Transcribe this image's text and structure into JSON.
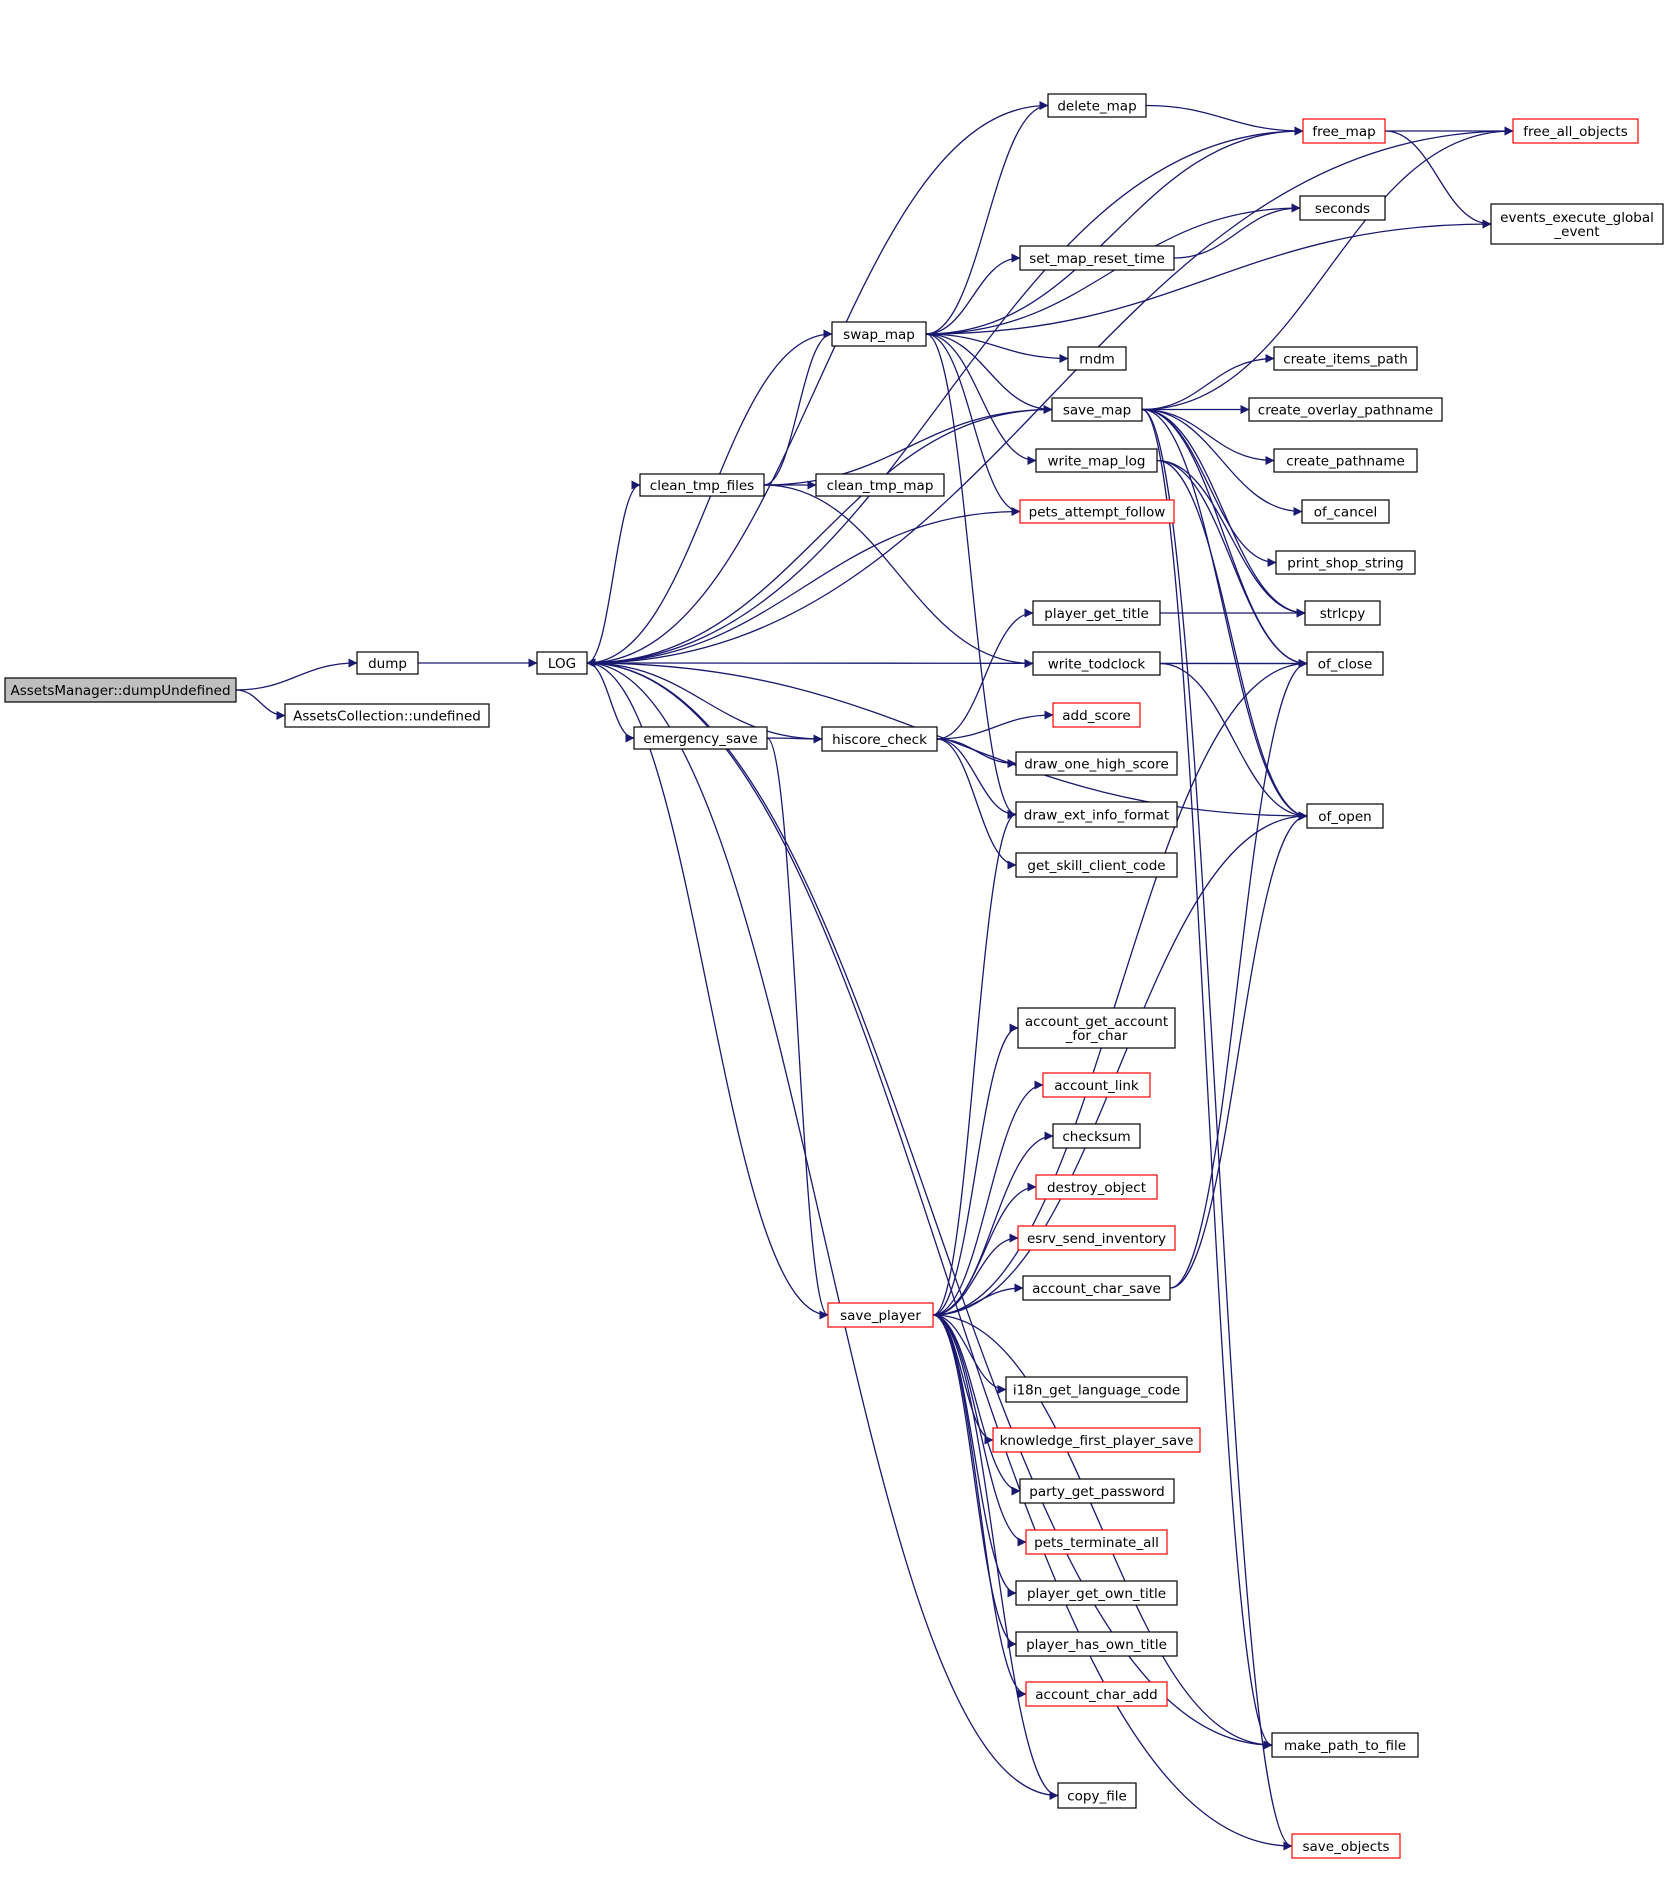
{
  "graph": {
    "nodes": [
      {
        "id": "root",
        "label": "AssetsManager::dumpUndefined",
        "style": "root"
      },
      {
        "id": "dump",
        "label": "dump",
        "style": "normal"
      },
      {
        "id": "undefined",
        "label": "AssetsCollection::undefined",
        "style": "normal"
      },
      {
        "id": "LOG",
        "label": "LOG",
        "style": "normal"
      },
      {
        "id": "clean_tmp_files",
        "label": "clean_tmp_files",
        "style": "normal"
      },
      {
        "id": "emergency_save",
        "label": "emergency_save",
        "style": "normal"
      },
      {
        "id": "swap_map",
        "label": "swap_map",
        "style": "normal"
      },
      {
        "id": "clean_tmp_map",
        "label": "clean_tmp_map",
        "style": "normal"
      },
      {
        "id": "hiscore_check",
        "label": "hiscore_check",
        "style": "normal"
      },
      {
        "id": "save_player",
        "label": "save_player",
        "style": "red"
      },
      {
        "id": "delete_map",
        "label": "delete_map",
        "style": "normal"
      },
      {
        "id": "set_map_reset_time",
        "label": "set_map_reset_time",
        "style": "normal"
      },
      {
        "id": "rndm",
        "label": "rndm",
        "style": "normal"
      },
      {
        "id": "save_map",
        "label": "save_map",
        "style": "normal"
      },
      {
        "id": "write_map_log",
        "label": "write_map_log",
        "style": "normal"
      },
      {
        "id": "pets_attempt_follow",
        "label": "pets_attempt_follow",
        "style": "red"
      },
      {
        "id": "player_get_title",
        "label": "player_get_title",
        "style": "normal"
      },
      {
        "id": "write_todclock",
        "label": "write_todclock",
        "style": "normal"
      },
      {
        "id": "add_score",
        "label": "add_score",
        "style": "red"
      },
      {
        "id": "draw_one_high_score",
        "label": "draw_one_high_score",
        "style": "normal"
      },
      {
        "id": "draw_ext_info_format",
        "label": "draw_ext_info_format",
        "style": "normal"
      },
      {
        "id": "get_skill_client_code",
        "label": "get_skill_client_code",
        "style": "normal"
      },
      {
        "id": "account_get_account_for_char",
        "label": "account_get_account\n_for_char",
        "style": "normal"
      },
      {
        "id": "account_link",
        "label": "account_link",
        "style": "red"
      },
      {
        "id": "checksum",
        "label": "checksum",
        "style": "normal"
      },
      {
        "id": "destroy_object",
        "label": "destroy_object",
        "style": "red"
      },
      {
        "id": "esrv_send_inventory",
        "label": "esrv_send_inventory",
        "style": "red"
      },
      {
        "id": "account_char_save",
        "label": "account_char_save",
        "style": "normal"
      },
      {
        "id": "i18n_get_language_code",
        "label": "i18n_get_language_code",
        "style": "normal"
      },
      {
        "id": "knowledge_first_player_save",
        "label": "knowledge_first_player_save",
        "style": "red"
      },
      {
        "id": "party_get_password",
        "label": "party_get_password",
        "style": "normal"
      },
      {
        "id": "pets_terminate_all",
        "label": "pets_terminate_all",
        "style": "red"
      },
      {
        "id": "player_get_own_title",
        "label": "player_get_own_title",
        "style": "normal"
      },
      {
        "id": "player_has_own_title",
        "label": "player_has_own_title",
        "style": "normal"
      },
      {
        "id": "account_char_add",
        "label": "account_char_add",
        "style": "red"
      },
      {
        "id": "copy_file",
        "label": "copy_file",
        "style": "normal"
      },
      {
        "id": "free_map",
        "label": "free_map",
        "style": "red"
      },
      {
        "id": "seconds",
        "label": "seconds",
        "style": "normal"
      },
      {
        "id": "create_items_path",
        "label": "create_items_path",
        "style": "normal"
      },
      {
        "id": "create_overlay_pathname",
        "label": "create_overlay_pathname",
        "style": "normal"
      },
      {
        "id": "create_pathname",
        "label": "create_pathname",
        "style": "normal"
      },
      {
        "id": "of_cancel",
        "label": "of_cancel",
        "style": "normal"
      },
      {
        "id": "print_shop_string",
        "label": "print_shop_string",
        "style": "normal"
      },
      {
        "id": "strlcpy",
        "label": "strlcpy",
        "style": "normal"
      },
      {
        "id": "of_close",
        "label": "of_close",
        "style": "normal"
      },
      {
        "id": "of_open",
        "label": "of_open",
        "style": "normal"
      },
      {
        "id": "make_path_to_file",
        "label": "make_path_to_file",
        "style": "normal"
      },
      {
        "id": "save_objects",
        "label": "save_objects",
        "style": "red"
      },
      {
        "id": "free_all_objects",
        "label": "free_all_objects",
        "style": "red"
      },
      {
        "id": "events_execute_global_event",
        "label": "events_execute_global\n_event",
        "style": "normal"
      }
    ],
    "edges": [
      [
        "root",
        "dump"
      ],
      [
        "root",
        "undefined"
      ],
      [
        "dump",
        "LOG"
      ],
      [
        "LOG",
        "clean_tmp_files"
      ],
      [
        "LOG",
        "emergency_save"
      ],
      [
        "clean_tmp_files",
        "swap_map"
      ],
      [
        "clean_tmp_files",
        "clean_tmp_map"
      ],
      [
        "clean_tmp_files",
        "save_map"
      ],
      [
        "clean_tmp_files",
        "write_todclock"
      ],
      [
        "emergency_save",
        "hiscore_check"
      ],
      [
        "emergency_save",
        "save_player"
      ],
      [
        "swap_map",
        "LOG"
      ],
      [
        "swap_map",
        "delete_map"
      ],
      [
        "swap_map",
        "free_map"
      ],
      [
        "swap_map",
        "seconds"
      ],
      [
        "swap_map",
        "set_map_reset_time"
      ],
      [
        "swap_map",
        "events_execute_global_event"
      ],
      [
        "swap_map",
        "rndm"
      ],
      [
        "swap_map",
        "save_map"
      ],
      [
        "swap_map",
        "write_map_log"
      ],
      [
        "swap_map",
        "pets_attempt_follow"
      ],
      [
        "swap_map",
        "draw_ext_info_format"
      ],
      [
        "delete_map",
        "free_map"
      ],
      [
        "delete_map",
        "LOG"
      ],
      [
        "free_map",
        "free_all_objects"
      ],
      [
        "free_map",
        "events_execute_global_event"
      ],
      [
        "free_map",
        "LOG"
      ],
      [
        "free_all_objects",
        "LOG"
      ],
      [
        "set_map_reset_time",
        "seconds"
      ],
      [
        "save_map",
        "LOG"
      ],
      [
        "save_map",
        "create_items_path"
      ],
      [
        "save_map",
        "create_overlay_pathname"
      ],
      [
        "save_map",
        "create_pathname"
      ],
      [
        "save_map",
        "of_cancel"
      ],
      [
        "save_map",
        "print_shop_string"
      ],
      [
        "save_map",
        "strlcpy"
      ],
      [
        "save_map",
        "of_close"
      ],
      [
        "save_map",
        "of_open"
      ],
      [
        "save_map",
        "free_all_objects"
      ],
      [
        "save_map",
        "make_path_to_file"
      ],
      [
        "save_map",
        "save_objects"
      ],
      [
        "write_map_log",
        "of_close"
      ],
      [
        "write_map_log",
        "of_open"
      ],
      [
        "write_map_log",
        "strlcpy"
      ],
      [
        "pets_attempt_follow",
        "LOG"
      ],
      [
        "player_get_title",
        "strlcpy"
      ],
      [
        "write_todclock",
        "of_close"
      ],
      [
        "write_todclock",
        "of_open"
      ],
      [
        "hiscore_check",
        "LOG"
      ],
      [
        "hiscore_check",
        "player_get_title"
      ],
      [
        "hiscore_check",
        "add_score"
      ],
      [
        "hiscore_check",
        "draw_one_high_score"
      ],
      [
        "hiscore_check",
        "draw_ext_info_format"
      ],
      [
        "hiscore_check",
        "get_skill_client_code"
      ],
      [
        "of_close",
        "LOG"
      ],
      [
        "of_open",
        "LOG"
      ],
      [
        "save_player",
        "LOG"
      ],
      [
        "save_player",
        "draw_ext_info_format"
      ],
      [
        "save_player",
        "of_close"
      ],
      [
        "save_player",
        "account_get_account_for_char"
      ],
      [
        "save_player",
        "account_link"
      ],
      [
        "save_player",
        "checksum"
      ],
      [
        "save_player",
        "destroy_object"
      ],
      [
        "save_player",
        "esrv_send_inventory"
      ],
      [
        "save_player",
        "account_char_save"
      ],
      [
        "save_player",
        "of_open"
      ],
      [
        "save_player",
        "i18n_get_language_code"
      ],
      [
        "save_player",
        "knowledge_first_player_save"
      ],
      [
        "save_player",
        "party_get_password"
      ],
      [
        "save_player",
        "pets_terminate_all"
      ],
      [
        "save_player",
        "player_get_own_title"
      ],
      [
        "save_player",
        "player_has_own_title"
      ],
      [
        "save_player",
        "account_char_add"
      ],
      [
        "save_player",
        "make_path_to_file"
      ],
      [
        "save_player",
        "copy_file"
      ],
      [
        "account_char_save",
        "of_close"
      ],
      [
        "account_char_save",
        "of_open"
      ],
      [
        "make_path_to_file",
        "LOG"
      ],
      [
        "copy_file",
        "LOG"
      ],
      [
        "save_objects",
        "LOG"
      ]
    ]
  }
}
